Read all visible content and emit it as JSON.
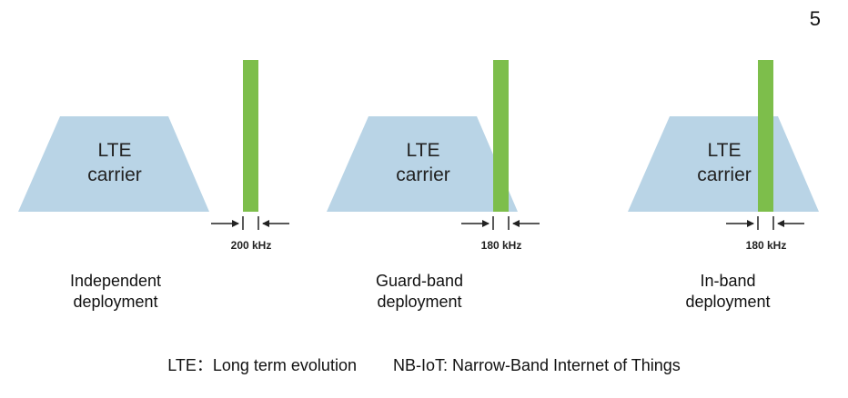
{
  "page_number": "5",
  "colors": {
    "carrier_fill": "#b9d4e6",
    "narrowband_fill": "#7dbe4b",
    "arrow": "#222222"
  },
  "panels": [
    {
      "lte_line1": "LTE",
      "lte_line2": "carrier",
      "bandwidth": "200 kHz",
      "caption_line1": "Independent",
      "caption_line2": "deployment"
    },
    {
      "lte_line1": "LTE",
      "lte_line2": "carrier",
      "bandwidth": "180 kHz",
      "caption_line1": "Guard-band",
      "caption_line2": "deployment"
    },
    {
      "lte_line1": "LTE",
      "lte_line2": "carrier",
      "bandwidth": "180 kHz",
      "caption_line1": "In-band",
      "caption_line2": "deployment"
    }
  ],
  "footnote": {
    "lte_def": "LTE：Long term evolution",
    "nbiot_def": "NB-IoT: Narrow-Band Internet of Things"
  }
}
